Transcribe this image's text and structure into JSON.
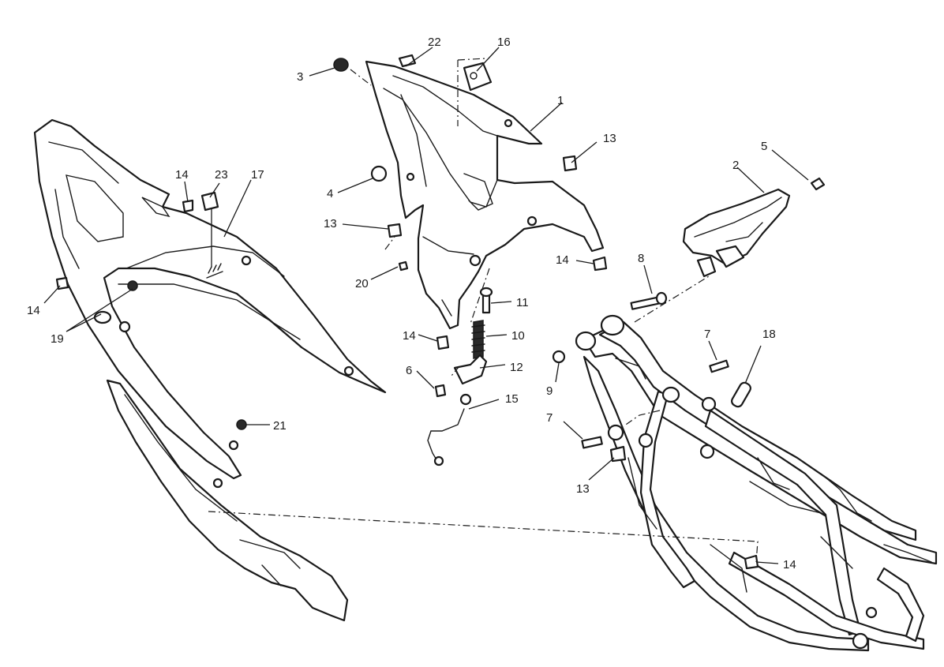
{
  "diagram": {
    "callouts": [
      "1",
      "2",
      "3",
      "4",
      "5",
      "6",
      "7",
      "7",
      "8",
      "9",
      "10",
      "11",
      "12",
      "13",
      "13",
      "13",
      "14",
      "14",
      "14",
      "14",
      "14",
      "15",
      "16",
      "17",
      "18",
      "19",
      "20",
      "21",
      "22",
      "23"
    ]
  },
  "colors": {
    "ink": "#1a1a1a",
    "paper": "#ffffff"
  }
}
